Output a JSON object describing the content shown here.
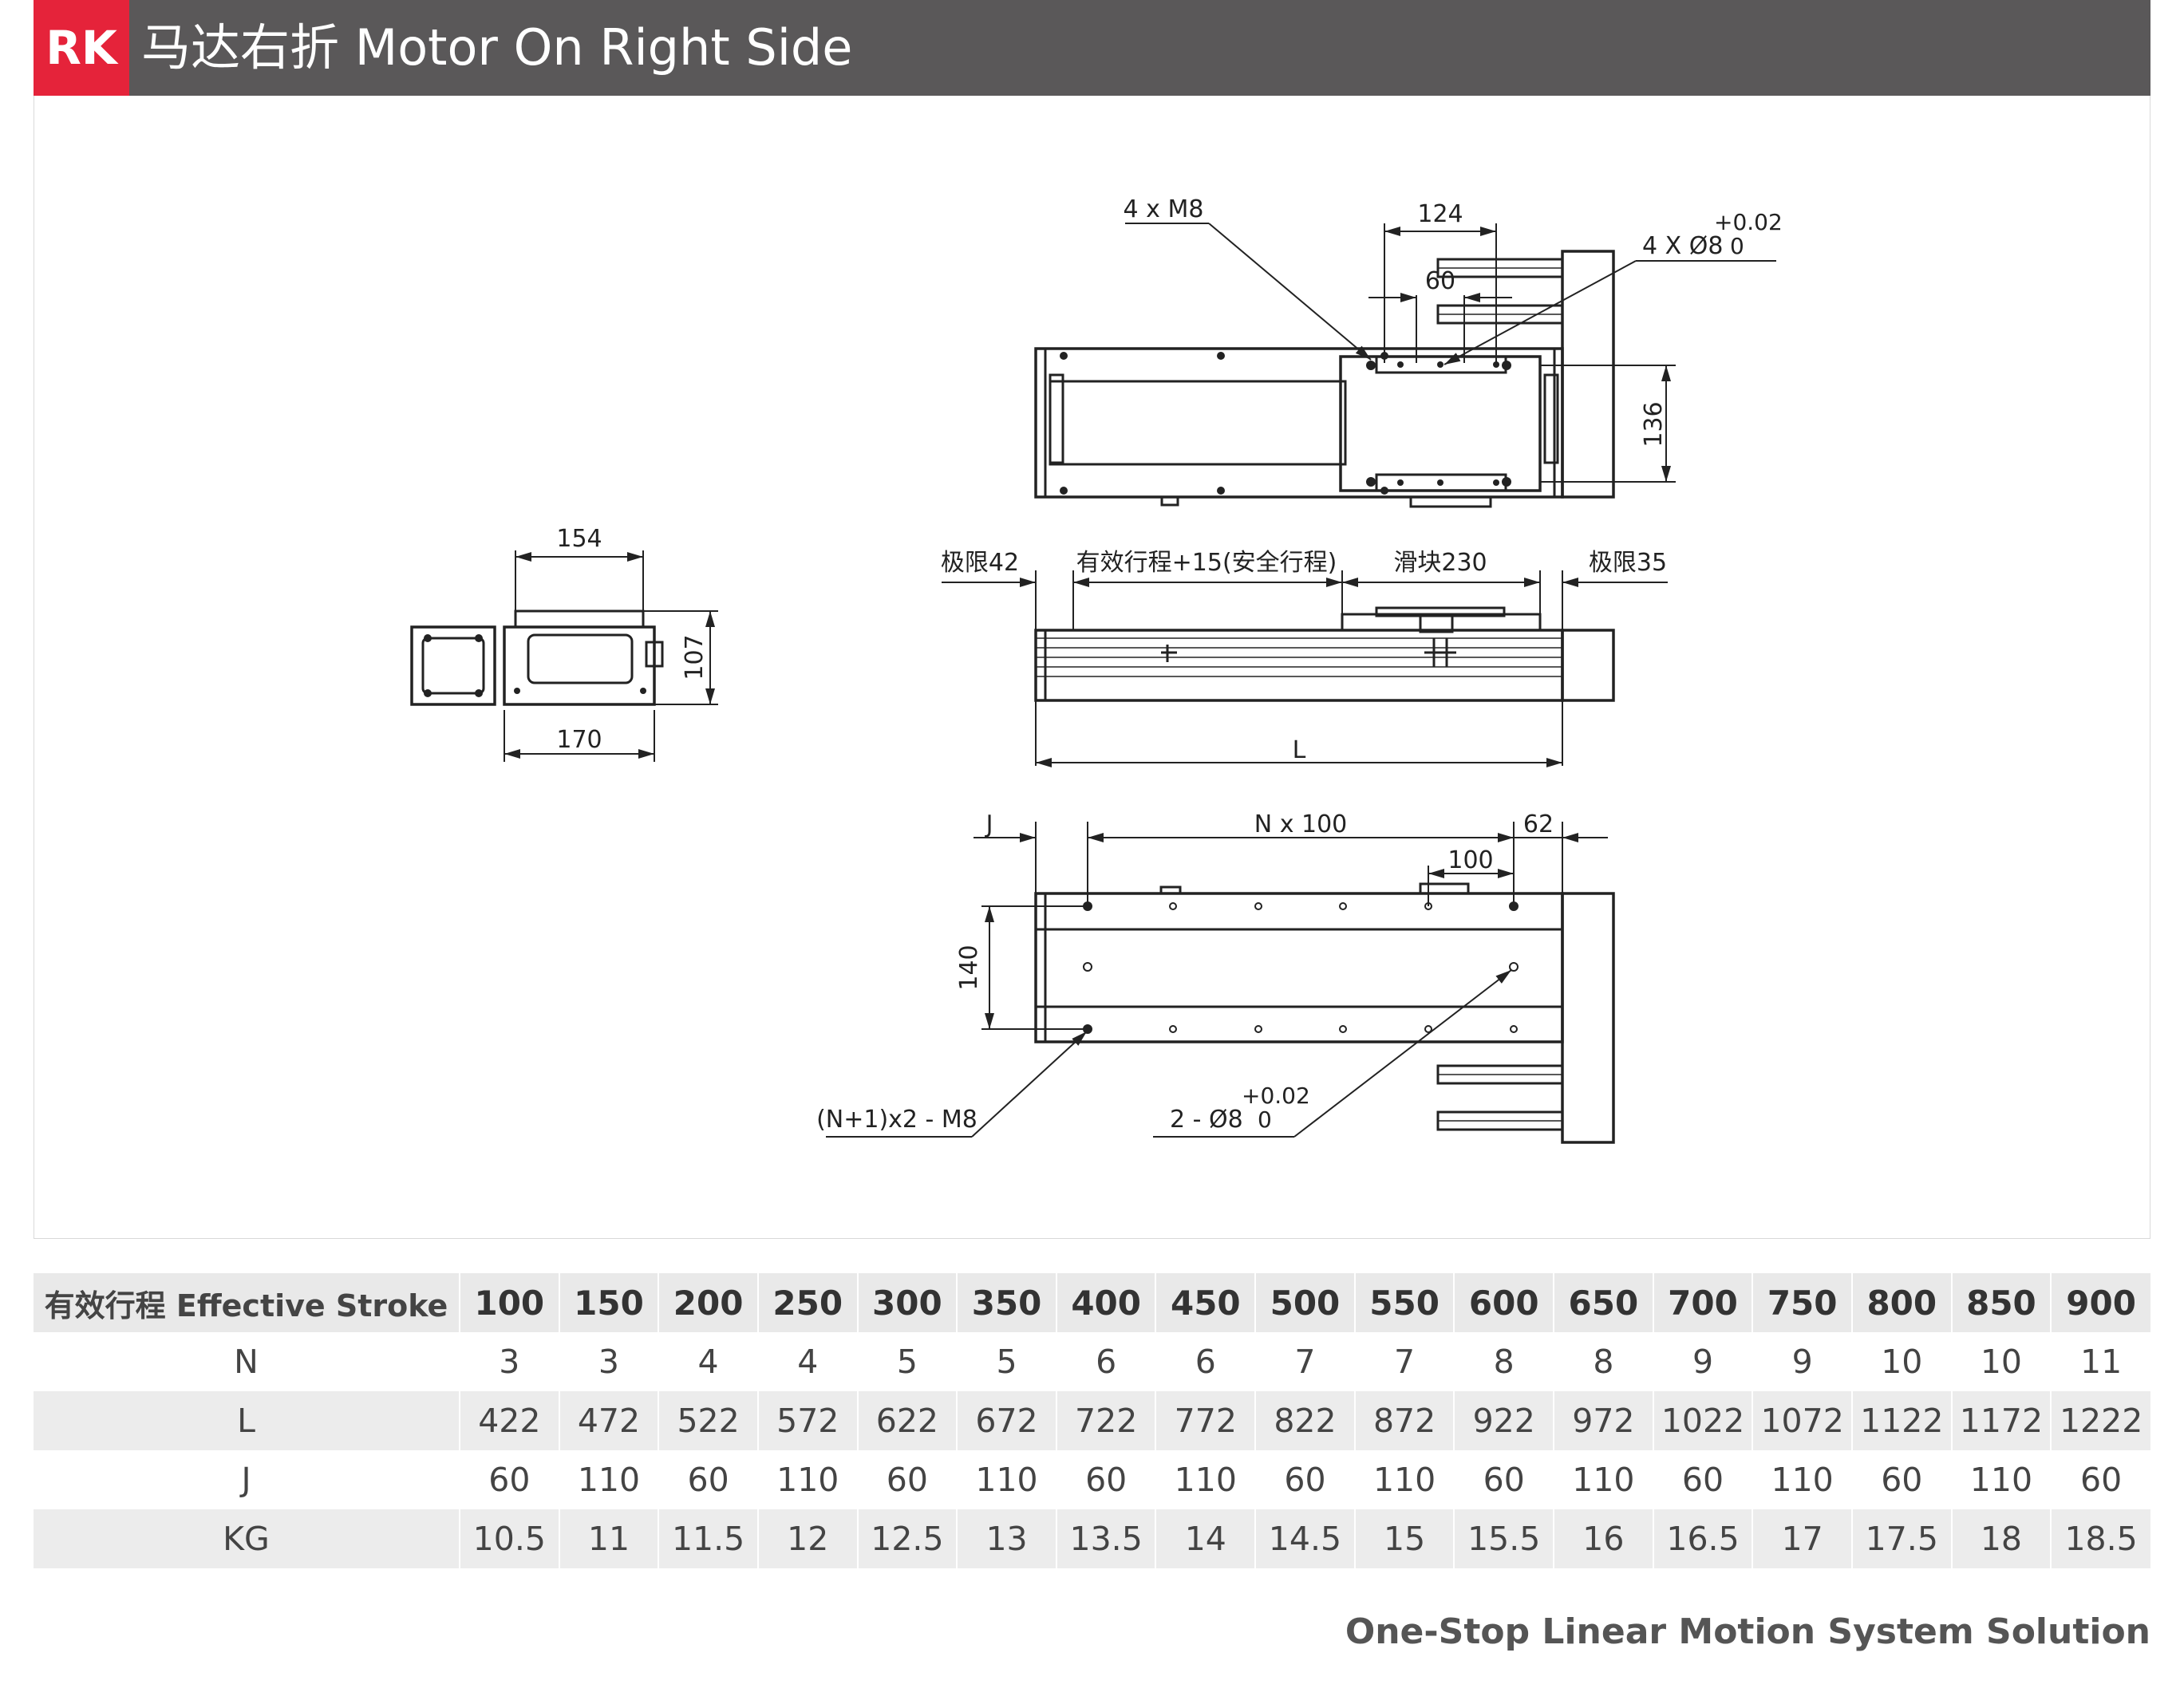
{
  "header": {
    "badge": "RK",
    "title": "马达右折 Motor On Right Side"
  },
  "drawing": {
    "top_view": {
      "mount_holes": "4 x M8",
      "width_124": "124",
      "pin_label": "4 X Ø8",
      "tol_plus": "+0.02",
      "tol_zero": "0",
      "spacing_60": "60",
      "height_136": "136"
    },
    "side_view": {
      "width_154": "154",
      "width_170": "170",
      "height_107": "107"
    },
    "front_view": {
      "limit_left": "极限42",
      "stroke_label": "有效行程+15(安全行程)",
      "slider_label": "滑块230",
      "limit_right": "极限35",
      "length_L": "L"
    },
    "bottom_view": {
      "j_label": "J",
      "n_label": "N x 100",
      "dim_62": "62",
      "dim_100": "100",
      "height_140": "140",
      "holes_label": "(N+1)x2 - M8",
      "pin_label": "2 - Ø8",
      "tol_plus": "+0.02",
      "tol_zero": "0"
    }
  },
  "table": {
    "header_label": "有效行程 Effective Stroke",
    "strokes": [
      "100",
      "150",
      "200",
      "250",
      "300",
      "350",
      "400",
      "450",
      "500",
      "550",
      "600",
      "650",
      "700",
      "750",
      "800",
      "850",
      "900"
    ],
    "rows": [
      {
        "label": "N",
        "values": [
          "3",
          "3",
          "4",
          "4",
          "5",
          "5",
          "6",
          "6",
          "7",
          "7",
          "8",
          "8",
          "9",
          "9",
          "10",
          "10",
          "11"
        ]
      },
      {
        "label": "L",
        "values": [
          "422",
          "472",
          "522",
          "572",
          "622",
          "672",
          "722",
          "772",
          "822",
          "872",
          "922",
          "972",
          "1022",
          "1072",
          "1122",
          "1172",
          "1222"
        ]
      },
      {
        "label": "J",
        "values": [
          "60",
          "110",
          "60",
          "110",
          "60",
          "110",
          "60",
          "110",
          "60",
          "110",
          "60",
          "110",
          "60",
          "110",
          "60",
          "110",
          "60"
        ]
      },
      {
        "label": "KG",
        "values": [
          "10.5",
          "11",
          "11.5",
          "12",
          "12.5",
          "13",
          "13.5",
          "14",
          "14.5",
          "15",
          "15.5",
          "16",
          "16.5",
          "17",
          "17.5",
          "18",
          "18.5"
        ]
      }
    ]
  },
  "footer": {
    "tagline": "One-Stop Linear Motion System Solution"
  }
}
